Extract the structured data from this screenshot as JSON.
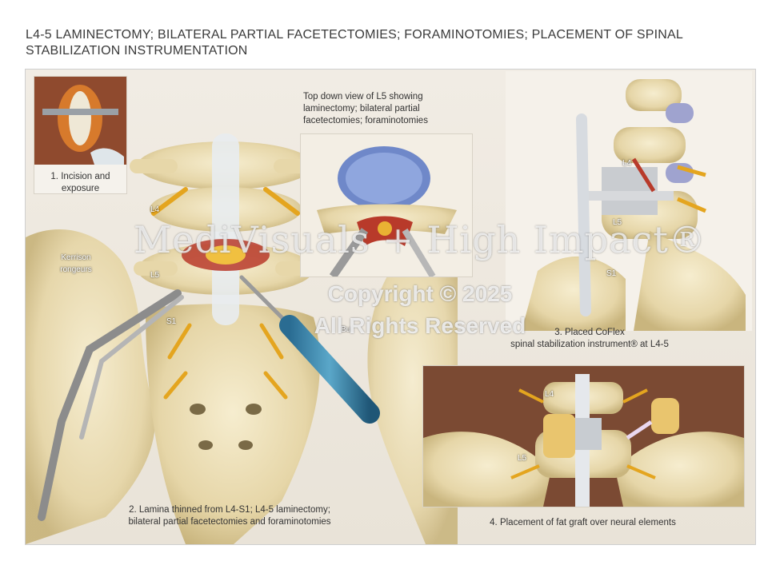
{
  "title": "L4-5 LAMINECTOMY; BILATERAL PARTIAL FACETECTOMIES; FORAMINOTOMIES; PLACEMENT OF SPINAL STABILIZATION INSTRUMENTATION",
  "panels": {
    "incision": {
      "caption_line1": "1. Incision and",
      "caption_line2": "exposure"
    },
    "lamina": {
      "caption_line1": "2.  Lamina thinned from L4-S1; L4-5 laminectomy;",
      "caption_line2": "bilateral partial facetectomies and foraminotomies",
      "tool_kerrison_line1": "Kerrison",
      "tool_kerrison_line2": "rongeurs",
      "tool_bur": "Bur",
      "level_l4": "L4",
      "level_l5": "L5",
      "level_s1": "S1"
    },
    "topdown": {
      "caption_line1": "Top down view of L5 showing",
      "caption_line2": "laminectomy; bilateral partial",
      "caption_line3": "facetectomies; foraminotomies"
    },
    "coflex": {
      "caption_line1": "3. Placed CoFlex",
      "caption_line2": "spinal stabilization instrument® at L4-5",
      "level_l4": "L4",
      "level_l5": "L5",
      "level_s1": "S1"
    },
    "fatgraft": {
      "caption": "4. Placement of fat graft over neural elements",
      "level_l4": "L4",
      "level_l5": "L5"
    }
  },
  "watermark": {
    "line1": "MediVisuals + High Impact®",
    "line2": "Copyright © 2025",
    "line3": "All Rights Reserved"
  }
}
